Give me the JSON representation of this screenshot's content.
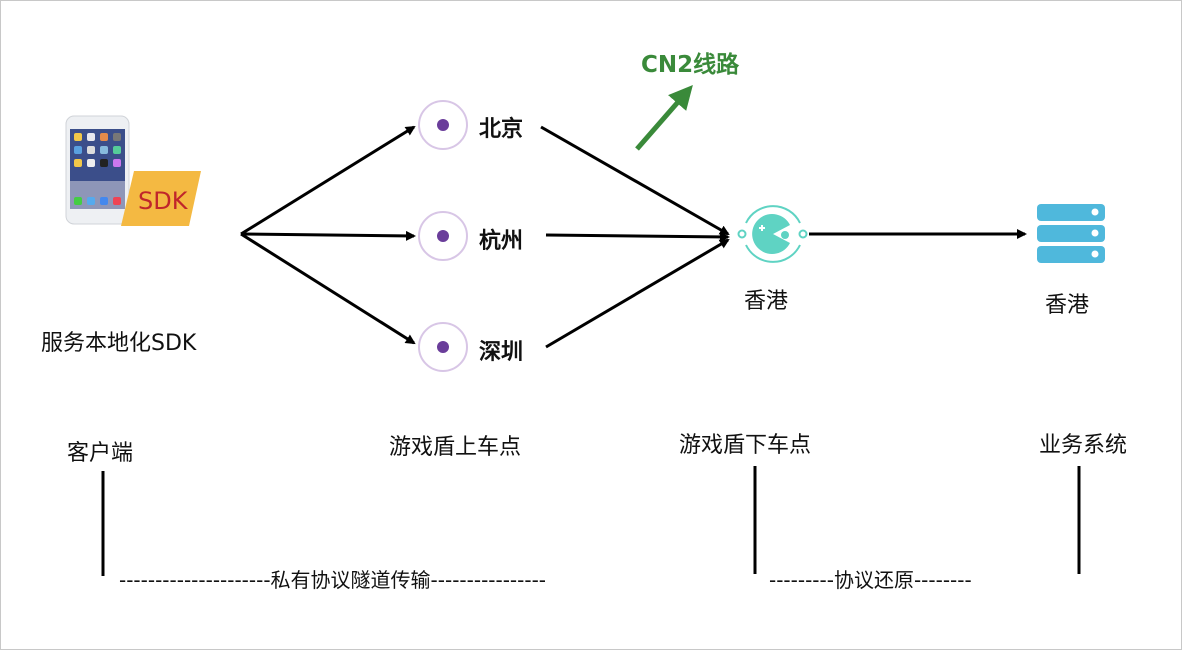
{
  "client": {
    "badge": "SDK",
    "label": "服务本地化SDK"
  },
  "entry_nodes": [
    {
      "label": "北京"
    },
    {
      "label": "杭州"
    },
    {
      "label": "深圳"
    }
  ],
  "cn2": {
    "label": "CN2线路"
  },
  "exit_node": {
    "label": "香港"
  },
  "business_server": {
    "label": "香港"
  },
  "tiers": {
    "client": "客户端",
    "entry": "游戏盾上车点",
    "exit": "游戏盾下车点",
    "business": "业务系统"
  },
  "channels": {
    "tunnel": "---------------------私有协议隧道传输----------------",
    "restore": "---------协议还原--------"
  },
  "colors": {
    "green": "#3a8a3a",
    "purple": "#6a3d9a",
    "teal": "#5fd3c3",
    "server": "#4fb8dc",
    "sdk": "#f4b942"
  }
}
